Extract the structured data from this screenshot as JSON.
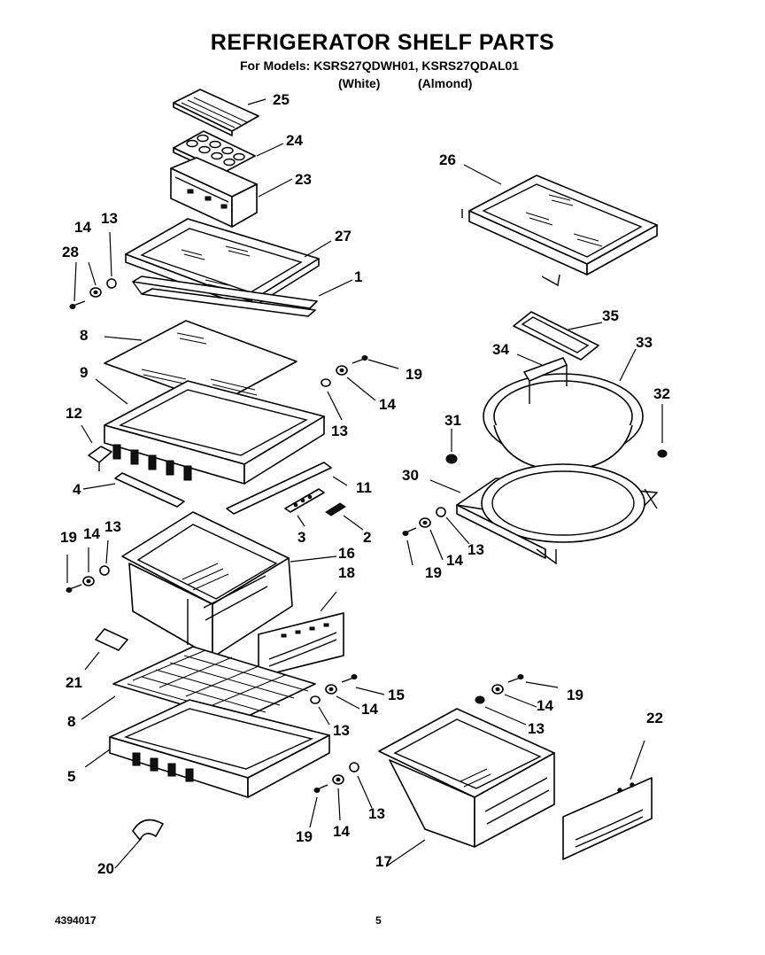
{
  "header": {
    "title": "REFRIGERATOR SHELF PARTS",
    "models": "For Models: KSRS27QDWH01, KSRS27QDAL01",
    "color_white": "(White)",
    "color_almond": "(Almond)"
  },
  "footer": {
    "doc_number": "4394017",
    "page": "5"
  },
  "callouts": [
    {
      "id": "25",
      "label": "25"
    },
    {
      "id": "24",
      "label": "24"
    },
    {
      "id": "23",
      "label": "23"
    },
    {
      "id": "26",
      "label": "26"
    },
    {
      "id": "27",
      "label": "27"
    },
    {
      "id": "1",
      "label": "1"
    },
    {
      "id": "8a",
      "label": "8"
    },
    {
      "id": "9",
      "label": "9"
    },
    {
      "id": "12",
      "label": "12"
    },
    {
      "id": "4",
      "label": "4"
    },
    {
      "id": "11",
      "label": "11"
    },
    {
      "id": "3",
      "label": "3"
    },
    {
      "id": "2",
      "label": "2"
    },
    {
      "id": "14a",
      "label": "14"
    },
    {
      "id": "13a",
      "label": "13"
    },
    {
      "id": "28",
      "label": "28"
    },
    {
      "id": "19a",
      "label": "19"
    },
    {
      "id": "14b",
      "label": "14"
    },
    {
      "id": "13b",
      "label": "13"
    },
    {
      "id": "35",
      "label": "35"
    },
    {
      "id": "34",
      "label": "34"
    },
    {
      "id": "33",
      "label": "33"
    },
    {
      "id": "32",
      "label": "32"
    },
    {
      "id": "31",
      "label": "31"
    },
    {
      "id": "30",
      "label": "30"
    },
    {
      "id": "19b",
      "label": "19"
    },
    {
      "id": "14c",
      "label": "14"
    },
    {
      "id": "13c",
      "label": "13"
    },
    {
      "id": "19c",
      "label": "19"
    },
    {
      "id": "14d",
      "label": "14"
    },
    {
      "id": "13d",
      "label": "13"
    },
    {
      "id": "16",
      "label": "16"
    },
    {
      "id": "18",
      "label": "18"
    },
    {
      "id": "21",
      "label": "21"
    },
    {
      "id": "8b",
      "label": "8"
    },
    {
      "id": "15",
      "label": "15"
    },
    {
      "id": "14e",
      "label": "14"
    },
    {
      "id": "13e",
      "label": "13"
    },
    {
      "id": "5",
      "label": "5"
    },
    {
      "id": "19d",
      "label": "19"
    },
    {
      "id": "14f",
      "label": "14"
    },
    {
      "id": "13f",
      "label": "13"
    },
    {
      "id": "22",
      "label": "22"
    },
    {
      "id": "19e",
      "label": "19"
    },
    {
      "id": "14g",
      "label": "14"
    },
    {
      "id": "13g",
      "label": "13"
    },
    {
      "id": "20",
      "label": "20"
    },
    {
      "id": "17",
      "label": "17"
    }
  ]
}
